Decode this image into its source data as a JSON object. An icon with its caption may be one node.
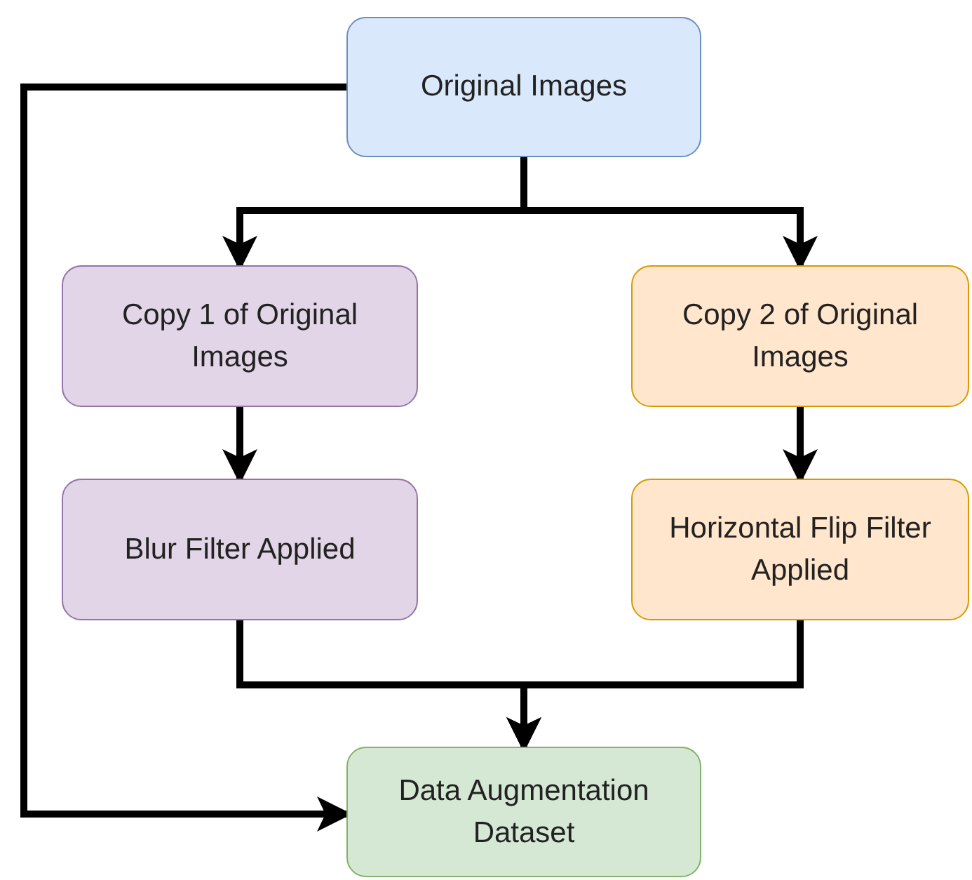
{
  "diagram": {
    "nodes": [
      {
        "text": [
          "Original Images"
        ]
      },
      {
        "text": [
          "Copy 1 of Original Images"
        ]
      },
      {
        "text": [
          "Copy 2 of Original Images"
        ]
      },
      {
        "text": [
          "Blur Filter Applied"
        ]
      },
      {
        "text": [
          "Horizontal Flip Filter Applied"
        ]
      },
      {
        "text": [
          "Data Augmentation Dataset"
        ]
      }
    ],
    "edges": [
      {
        "from": 0,
        "to": 1,
        "arrow": "to"
      },
      {
        "from": 0,
        "to": 2,
        "arrow": "to"
      },
      {
        "from": 1,
        "to": 3,
        "arrow": "to"
      },
      {
        "from": 2,
        "to": 4,
        "arrow": "to"
      },
      {
        "from": 3,
        "to": 5,
        "arrow": "to"
      },
      {
        "from": 4,
        "to": 5,
        "arrow": "to"
      },
      {
        "from": 0,
        "to": 5,
        "arrow": "to"
      }
    ]
  }
}
